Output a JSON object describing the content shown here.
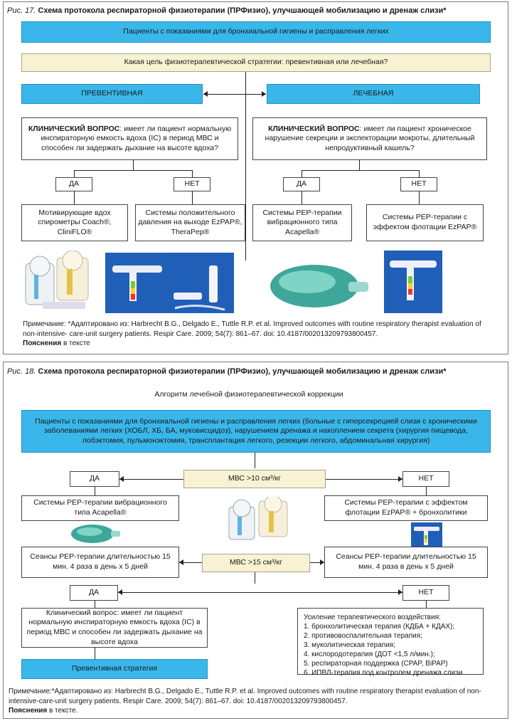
{
  "fig17": {
    "caption_num": "Рис. 17.",
    "caption_title": "Схема протокола респираторной физиотерапии (ПРФизио), улучшающей мобилизацию и дренаж слизи*",
    "top_box": "Пациенты с показаниями для бронхиальной гигиены и расправления легких",
    "question_box": "Какая цель физиотерапевтической стратегии: превентивная или лечебная?",
    "left_branch": "ПРЕВЕНТИВНАЯ",
    "right_branch": "ЛЕЧЕБНАЯ",
    "left_q_bold": "КЛИНИЧЕСКИЙ ВОПРОС",
    "left_q_text": ": имеет ли пациент нормальную инспираторную емкость вдоха (IC) в период МВС и способен ли задержать дыхание на высоте вдоха?",
    "right_q_bold": "КЛИНИЧЕСКИЙ ВОПРОС",
    "right_q_text": ": имеет ли пациент хроническое нарушение секреции и экспекторации мокроты, длительный непродуктивный кашель?",
    "yes": "ДА",
    "no": "НЕТ",
    "out1": "Мотивирующие вдох спирометры Coach®, CliniFLO®",
    "out2": "Системы положительного давления на выходе EzPAP®, TheraPep®",
    "out3": "Системы PEP-терапии вибрационного типа Acapella®",
    "out4": "Системы PEP-терапии с эффектом флотации EzPAP®",
    "note": "Примечание: *Адаптировано из: Harbrecht B.G., Delgado E., Tuttle R.P. et al. Improved outcomes with routine respiratory therapist evaluation of non-intensive- care-unit surgery patients. Respir Care. 2009; 54(7): 861–67. doi: 10.4187/002013209793800457.",
    "note_b": "Пояснения",
    "note_tail": " в тексте"
  },
  "fig18": {
    "caption_num": "Рис. 18.",
    "caption_title": "Схема протокола респираторной физиотерапии (ПРФизио), улучшающей мобилизацию и дренаж слизи*",
    "subtitle": "Алгоритм лечебной физиотерапевтической коррекции",
    "top_box": "Пациенты с показаниями для бронхиальной гигиены и расправления легких (больные с гиперсекрецией слизи с хроническими заболеваниями легких (ХОБЛ, ХБ, БА, муковисцидоз), нарушением дренажа и накоплением секрета (хирургия пищевода, лобэктомия, пульмонэктомия, трансплантация легкого, резекции легкого, абдоминальная хирургия)",
    "yes": "ДА",
    "no": "НЕТ",
    "mvs1": "МВС >10 см³/кг",
    "mvs2": "МВС >15 см³/кг",
    "left1": "Системы PEP-терапии вибрационного типа Acapella®",
    "right1": "Системы PEP-терапии с эффектом флотации EzPAP® + бронхолитики",
    "left2": "Сеансы PEP-терапии длительностью 15 мин. 4 раза в день х 5 дней",
    "right2": "Сеансы PEP-терапии длительностью 15 мин. 4 раза в день х 5 дней",
    "clinical": "Клинический вопрос: имеет ли пациент нормальную инспираторную емкость вдоха (IC) в период МВС и способен ли задержать дыхание на высоте вдоха",
    "preventive": "Превентивная стратегия",
    "list_title": "Усиление терапевтического воздействия:",
    "list": [
      "1. бронхолитическая терапия (КДБА + КДАХ);",
      "2. противовоспалительная терапия;",
      "3. муколитическая терапия;",
      "4. кислородотерапия (ДОТ <1,5 л/мин.);",
      "5. респираторная поддержка (CPAP, BiPAP)",
      "6. ИПВЛ-терапия под контролем дренажа слизи"
    ],
    "note": "Примечание:*Адаптировано из: Harbrecht B.G., Delgado E., Tuttle R.P. et al. Improved outcomes with routine respiratory therapist evaluation of non-intensive-care-unit surgery patients. Respir Care. 2009; 54(7): 861–67. doi: 10.4187/002013209793800457.",
    "note_b": "Пояснения",
    "note_tail": " в тексте."
  }
}
